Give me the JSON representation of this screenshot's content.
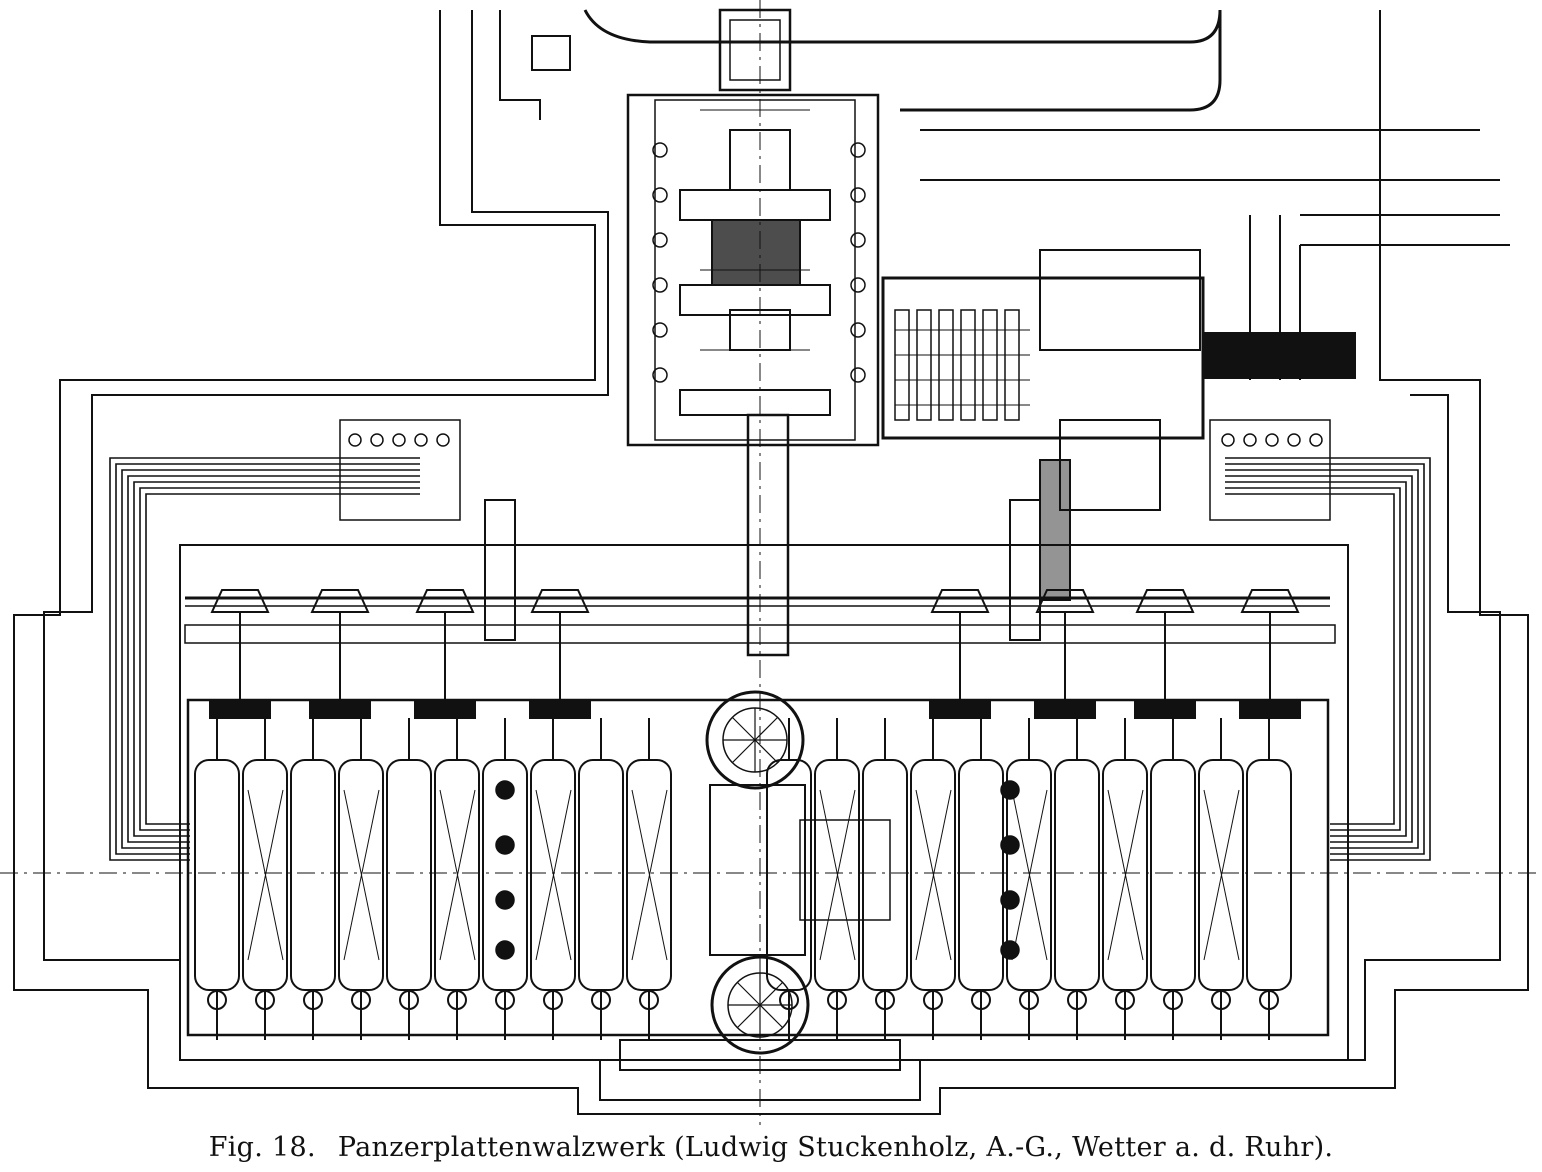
{
  "figure": {
    "label": "Fig. 18.",
    "caption": "Panzerplattenwalzwerk (Ludwig Stuckenholz, A.-G., Wetter a. d. Ruhr).",
    "ink_color": "#111111",
    "paper_color": "#ffffff",
    "roller_count": 22,
    "motor_count": 2
  }
}
